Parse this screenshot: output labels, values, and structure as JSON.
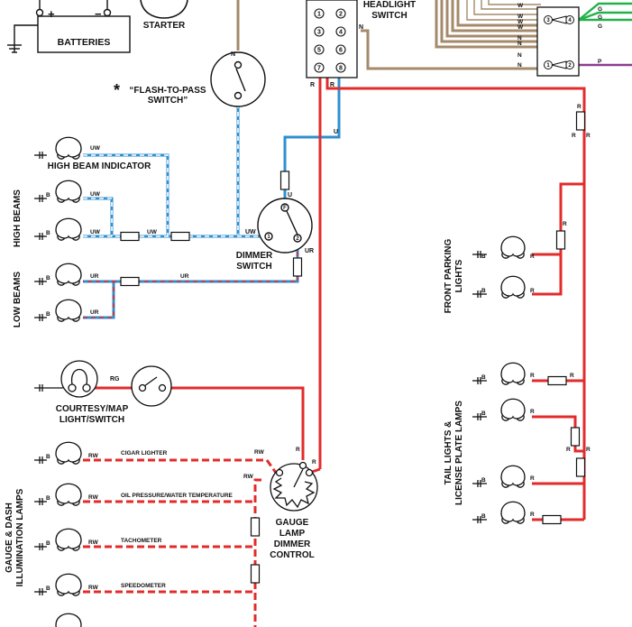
{
  "components": {
    "batteries": "BATTERIES",
    "starter": "STARTER",
    "headlight_switch_l1": "HEADLIGHT",
    "headlight_switch_l2": "SWITCH",
    "flash_marker": "*",
    "flash_to_pass_l1": "“FLASH-TO-PASS",
    "flash_to_pass_l2": "SWITCH”",
    "high_beam_indicator": "HIGH BEAM INDICATOR",
    "high_beams": "HIGH BEAMS",
    "low_beams": "LOW BEAMS",
    "dimmer_l1": "DIMMER",
    "dimmer_l2": "SWITCH",
    "front_parking_l1": "FRONT PARKING",
    "front_parking_l2": "LIGHTS",
    "courtesy_l1": "COURTESY/MAP",
    "courtesy_l2": "LIGHT/SWITCH",
    "tail_l1": "TAIL LIGHTS &",
    "tail_l2": "LICENSE PLATE LAMPS",
    "gauge_dash_l1": "GAUGE  & DASH",
    "gauge_dash_l2": "ILLUMINATION LAMPS",
    "gauge_control_l1": "GAUGE",
    "gauge_control_l2": "LAMP",
    "gauge_control_l3": "DIMMER",
    "gauge_control_l4": "CONTROL",
    "cigar_lighter": "CIGAR LIGHTER",
    "oil_pressure": "OIL PRESSURE/WATER TEMPERATURE",
    "tachometer": "TACHOMETER",
    "speedometer": "SPEEDOMETER"
  },
  "wire_codes": {
    "N": "N",
    "U": "U",
    "UW": "UW",
    "UR": "UR",
    "R": "R",
    "RG": "RG",
    "RW": "RW",
    "B": "B",
    "W": "W",
    "G": "G",
    "P": "P"
  },
  "terminals": {
    "t1": "1",
    "t2": "2",
    "t3": "3",
    "t4": "4",
    "t5": "5",
    "t6": "6",
    "t7": "7",
    "t8": "8",
    "F": "F"
  },
  "battery_signs": {
    "plus": "+",
    "minus": "−"
  },
  "colors": {
    "brown": "#a48a6a",
    "blue": "#2f8fd0",
    "red": "#e32b2b",
    "green": "#23b24a",
    "purple": "#8e3b8f",
    "black": "#111111"
  }
}
